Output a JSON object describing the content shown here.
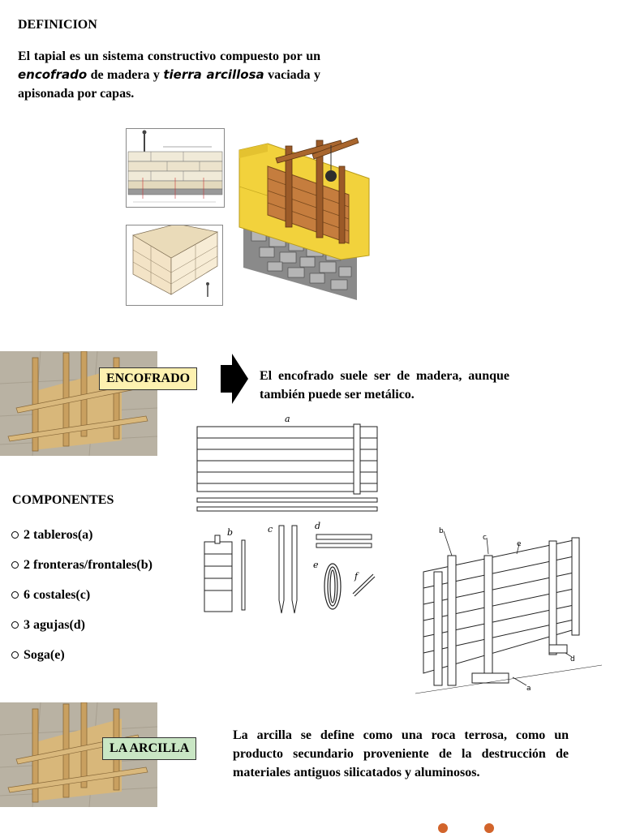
{
  "definicion": {
    "heading": "DEFINICION",
    "text_1": "El tapial es un sistema constructivo compuesto por un",
    "em_1": "encofrado",
    "text_2": "de madera y",
    "em_2": "tierra arcillosa",
    "text_3": "vaciada y apisonada por capas."
  },
  "encofrado": {
    "label": "ENCOFRADO",
    "label_bg": "#fdf1b0",
    "text": "El encofrado suele ser de madera, aunque también puede ser metálico.",
    "diagram_letters": [
      "a",
      "b",
      "c",
      "d",
      "e",
      "f"
    ]
  },
  "componentes": {
    "heading": "COMPONENTES",
    "items": [
      "2 tableros(a)",
      "2 fronteras/frontales(b)",
      "6 costales(c)",
      "3 agujas(d)",
      "Soga(e)"
    ]
  },
  "arcilla": {
    "label": "LA ARCILLA",
    "label_bg": "#c9e6c4",
    "text": "La arcilla se define como una roca terrosa, como un producto secundario proveniente de la destrucción de materiales antiguos silicatados y aluminosos."
  },
  "colors": {
    "accent_dot": "#d2642b",
    "wall_yellow": "#f2d23c",
    "wood": "#c57d3e"
  }
}
